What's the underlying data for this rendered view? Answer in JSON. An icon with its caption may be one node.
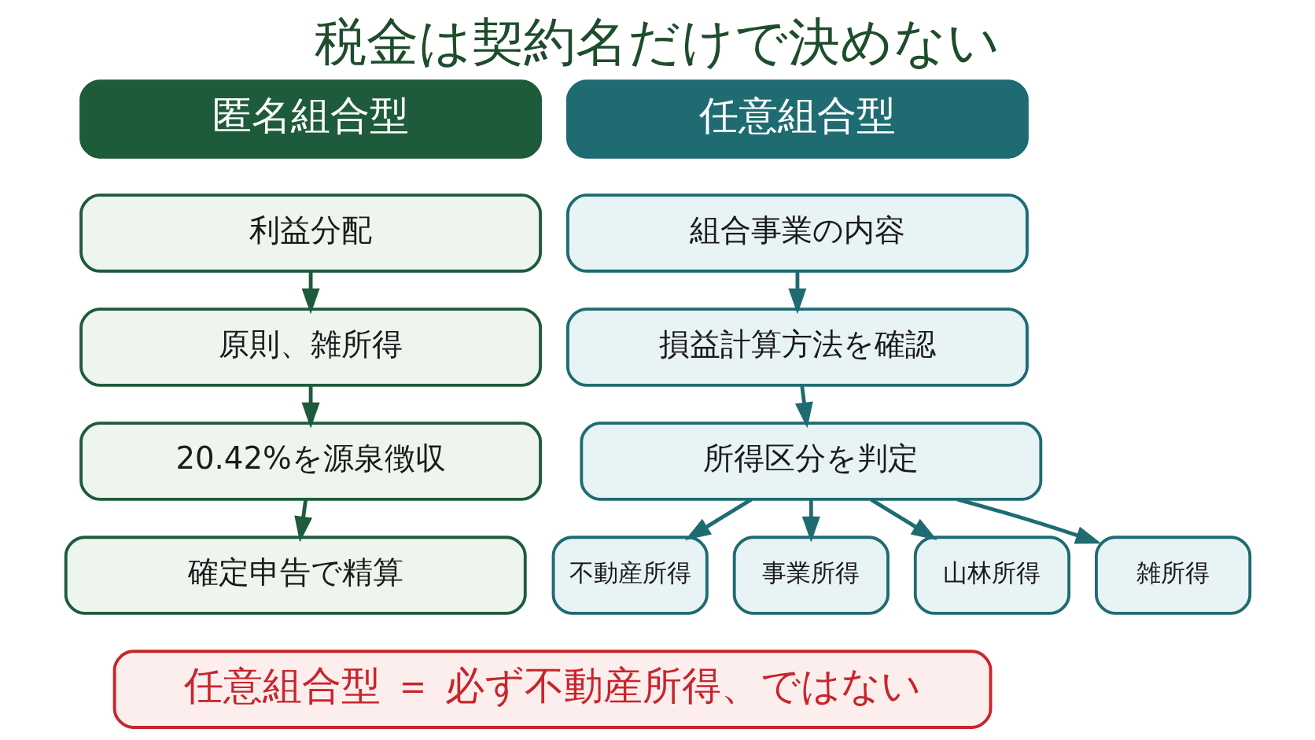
{
  "diagram": {
    "title": "税金は契約名だけで決めない",
    "nodes": [
      {
        "text": [
          "匿名組合型"
        ]
      },
      {
        "text": [
          "利益分配"
        ]
      },
      {
        "text": [
          "原則、雑所得"
        ]
      },
      {
        "text": [
          "20.42%を源泉徴収"
        ]
      },
      {
        "text": [
          "確定申告で精算"
        ]
      },
      {
        "text": [
          "任意組合型"
        ]
      },
      {
        "text": [
          "組合事業の内容"
        ]
      },
      {
        "text": [
          "損益計算方法を確認"
        ]
      },
      {
        "text": [
          "所得区分を判定"
        ]
      },
      {
        "text": [
          "不動産所得"
        ]
      },
      {
        "text": [
          "事業所得"
        ]
      },
      {
        "text": [
          "山林所得"
        ]
      },
      {
        "text": [
          "雑所得"
        ]
      },
      {
        "text": [
          "任意組合型 ＝ 必ず不動産所得、ではない"
        ]
      }
    ],
    "edges": [
      {
        "from": 1,
        "to": 2,
        "arrow": "to",
        "color": "#1e5b3a"
      },
      {
        "from": 2,
        "to": 3,
        "arrow": "to",
        "color": "#1e5b3a"
      },
      {
        "from": 3,
        "to": 4,
        "arrow": "to",
        "color": "#1e5b3a"
      },
      {
        "from": 6,
        "to": 7,
        "arrow": "to"
      },
      {
        "from": 7,
        "to": 8,
        "arrow": "to"
      },
      {
        "from": 8,
        "to": 9,
        "arrow": "to"
      },
      {
        "from": 8,
        "to": 10,
        "arrow": "to"
      },
      {
        "from": 8,
        "to": 11,
        "arrow": "to"
      },
      {
        "from": 8,
        "to": 12,
        "arrow": "to"
      }
    ]
  }
}
